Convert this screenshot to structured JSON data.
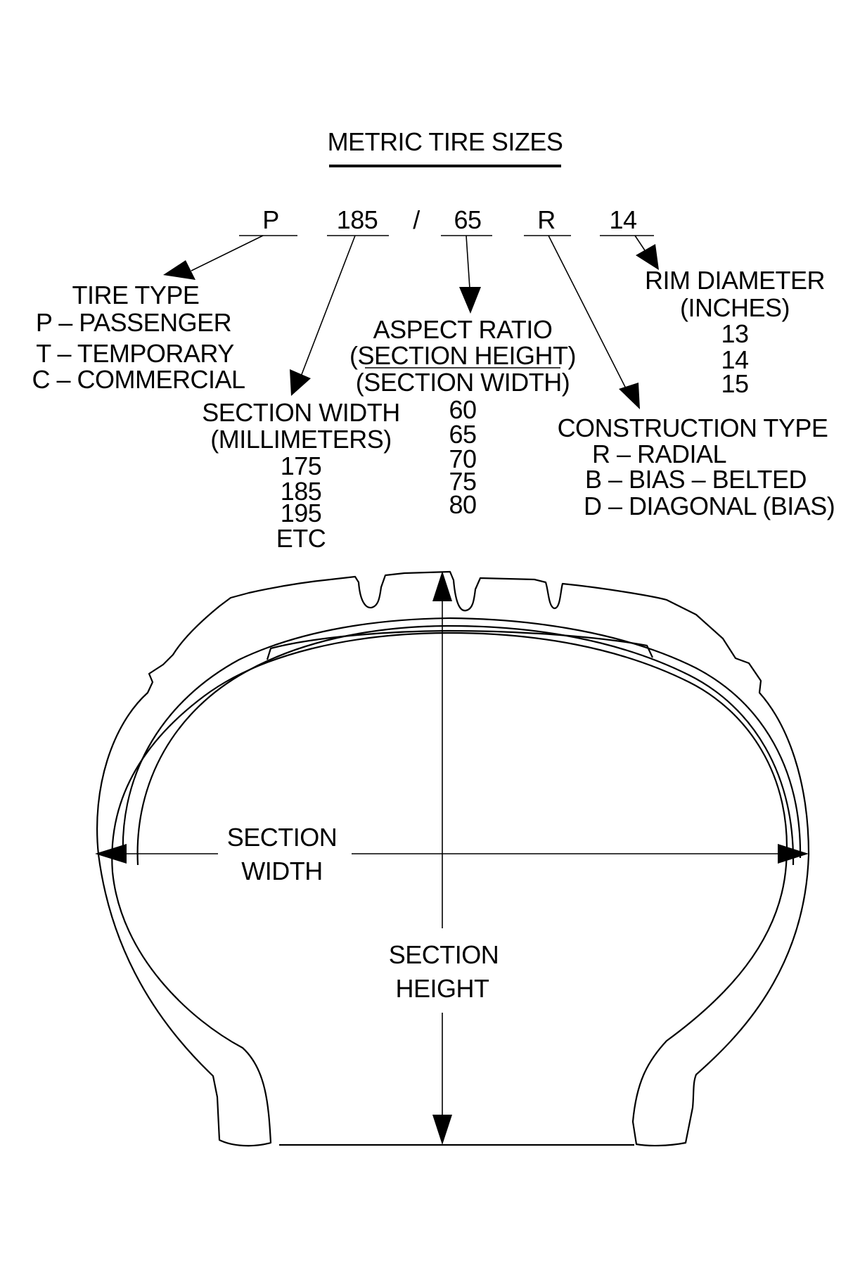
{
  "title": "METRIC TIRE SIZES",
  "code": {
    "type_letter": "P",
    "width": "185",
    "slash": "/",
    "aspect": "65",
    "construction": "R",
    "rim": "14"
  },
  "tire_type": {
    "heading": "TIRE TYPE",
    "items": [
      "P – PASSENGER",
      "T – TEMPORARY",
      "C – COMMERCIAL"
    ]
  },
  "section_width_info": {
    "heading": "SECTION WIDTH",
    "unit": "(MILLIMETERS)",
    "values": [
      "175",
      "185",
      "195",
      "ETC"
    ]
  },
  "aspect_ratio": {
    "heading": "ASPECT RATIO",
    "numerator": "(SECTION HEIGHT)",
    "denominator": "(SECTION WIDTH)",
    "values": [
      "60",
      "65",
      "70",
      "75",
      "80"
    ]
  },
  "rim_diameter": {
    "heading": "RIM DIAMETER",
    "unit": "(INCHES)",
    "values": [
      "13",
      "14",
      "15"
    ]
  },
  "construction_type": {
    "heading": "CONSTRUCTION TYPE",
    "items": [
      "R – RADIAL",
      "B – BIAS – BELTED",
      "D – DIAGONAL (BIAS)"
    ]
  },
  "cross_section": {
    "width_label_1": "SECTION",
    "width_label_2": "WIDTH",
    "height_label_1": "SECTION",
    "height_label_2": "HEIGHT"
  }
}
